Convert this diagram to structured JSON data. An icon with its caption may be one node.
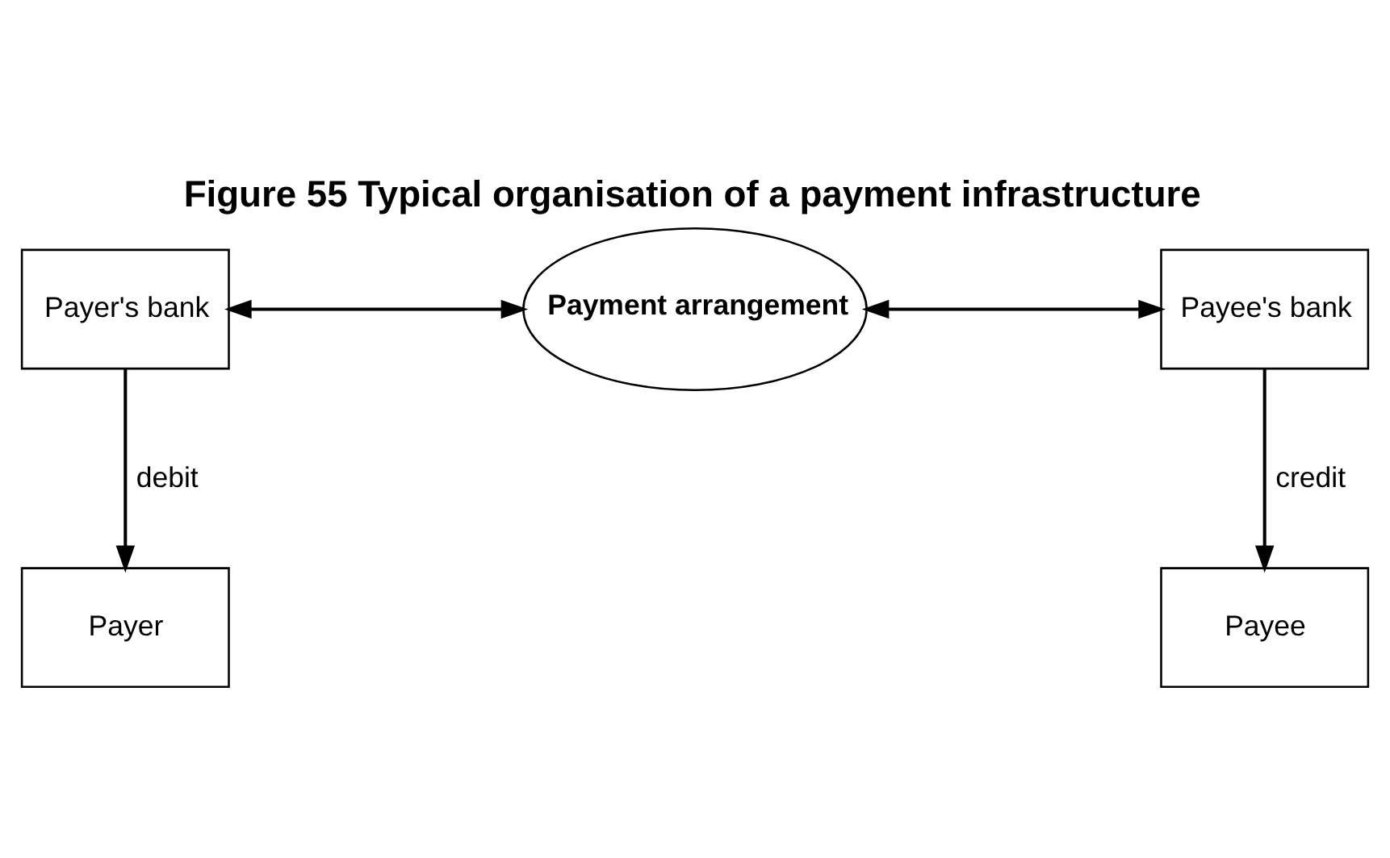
{
  "diagram": {
    "title": "Figure 55 Typical organisation of a payment infrastructure",
    "nodes": [
      {
        "text": [
          "Payer's bank"
        ]
      },
      {
        "text": [
          "Payment arrangement"
        ]
      },
      {
        "text": [
          "Payee's bank"
        ]
      },
      {
        "text": [
          "Payer"
        ]
      },
      {
        "text": [
          "Payee"
        ]
      }
    ],
    "edges": [
      {
        "from": 0,
        "to": 1,
        "arrow": "both"
      },
      {
        "from": 1,
        "to": 2,
        "arrow": "both"
      },
      {
        "from": 0,
        "to": 3,
        "arrow": "to",
        "label": "debit"
      },
      {
        "from": 2,
        "to": 4,
        "arrow": "to",
        "label": "credit"
      }
    ]
  }
}
